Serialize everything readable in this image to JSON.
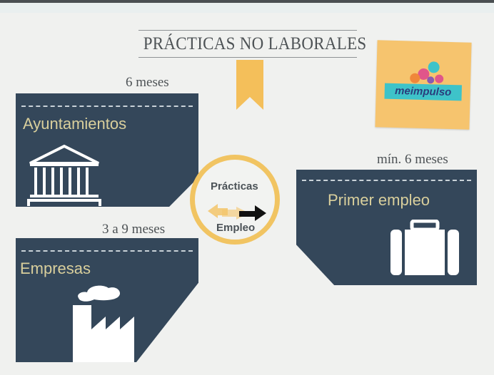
{
  "title": "PRÁCTICAS NO LABORALES",
  "logo": {
    "text": "meimpulso",
    "bg_color": "#f6c46e",
    "strip_color": "#3ec3c9"
  },
  "colors": {
    "panel": "#34475a",
    "accent_yellow": "#f1c462",
    "label_text": "#d9cf9c",
    "background": "#f0f1ef"
  },
  "panels": [
    {
      "label": "Ayuntamientos",
      "duration": "6 meses",
      "icon": "town-hall-icon"
    },
    {
      "label": "Empresas",
      "duration": "3 a 9 meses",
      "icon": "factory-icon"
    },
    {
      "label": "Primer empleo",
      "duration": "mín. 6 meses",
      "icon": "suitcase-icon"
    }
  ],
  "center": {
    "top": "Prácticas",
    "bottom": "Empleo",
    "icon": "arrow-right-icon"
  }
}
